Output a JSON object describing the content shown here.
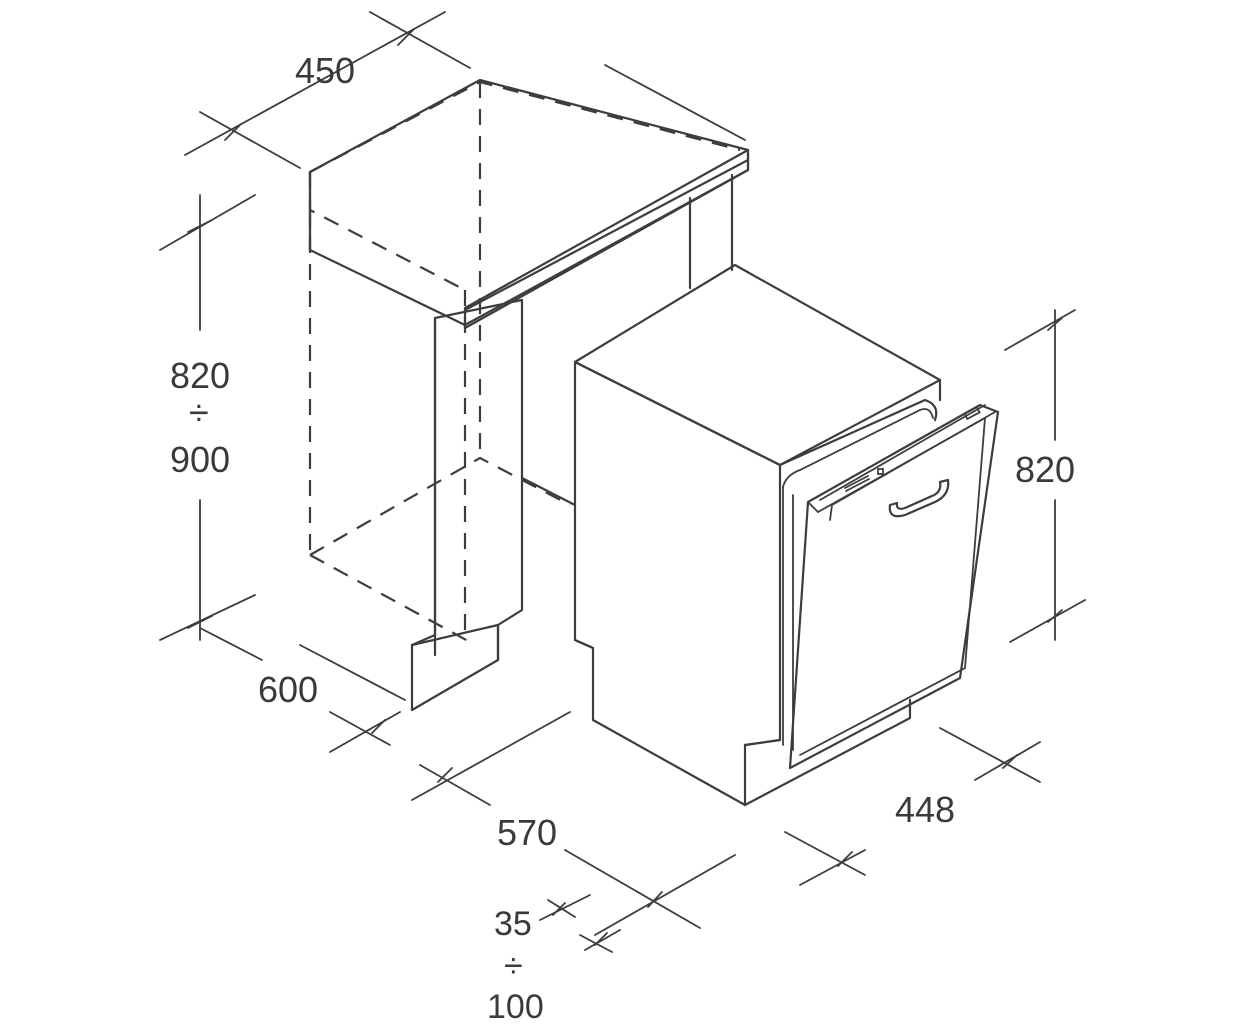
{
  "dimensions": {
    "cabinet_width": "450",
    "cabinet_height_min": "820",
    "cabinet_height_sep": "÷",
    "cabinet_height_max": "900",
    "cabinet_depth": "600",
    "appliance_depth": "570",
    "plinth_min": "35",
    "plinth_sep": "÷",
    "plinth_max": "100",
    "appliance_width": "448",
    "appliance_height": "820"
  }
}
